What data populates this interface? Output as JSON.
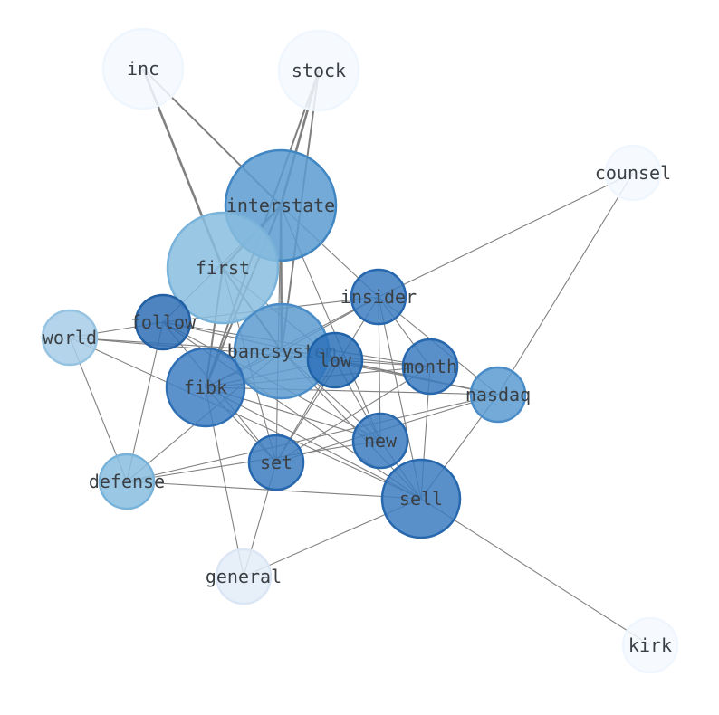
{
  "graph": {
    "nodes": [
      {
        "id": "inc",
        "label": "inc",
        "color": "#f5f9ff",
        "stroke": "#f0f6fd"
      },
      {
        "id": "stock",
        "label": "stock",
        "color": "#f5f9ff",
        "stroke": "#f0f6fd"
      },
      {
        "id": "counsel",
        "label": "counsel",
        "color": "#f5f9ff",
        "stroke": "#f0f6fd"
      },
      {
        "id": "interstate",
        "label": "interstate",
        "color": "#5a9bd0",
        "stroke": "#3f86c2"
      },
      {
        "id": "first",
        "label": "first",
        "color": "#88bddf",
        "stroke": "#7ab3da"
      },
      {
        "id": "insider",
        "label": "insider",
        "color": "#3d7cc0",
        "stroke": "#2667ad"
      },
      {
        "id": "follow",
        "label": "follow",
        "color": "#2f6fb5",
        "stroke": "#235fa3"
      },
      {
        "id": "world",
        "label": "world",
        "color": "#a6cde6",
        "stroke": "#96c3e1"
      },
      {
        "id": "bancsystem",
        "label": "bancsystem",
        "color": "#5d9bd0",
        "stroke": "#4a8cc8"
      },
      {
        "id": "low",
        "label": "low",
        "color": "#2e72b8",
        "stroke": "#1f62a8"
      },
      {
        "id": "month",
        "label": "month",
        "color": "#3d7cc0",
        "stroke": "#2667ad"
      },
      {
        "id": "nasdaq",
        "label": "nasdaq",
        "color": "#5a9bd0",
        "stroke": "#4a8cc8"
      },
      {
        "id": "fibk",
        "label": "fibk",
        "color": "#3f7fc2",
        "stroke": "#2f70b5"
      },
      {
        "id": "new",
        "label": "new",
        "color": "#3d7cc0",
        "stroke": "#2667ad"
      },
      {
        "id": "set",
        "label": "set",
        "color": "#3d7cc0",
        "stroke": "#2667ad"
      },
      {
        "id": "defense",
        "label": "defense",
        "color": "#88bddf",
        "stroke": "#7ab3da"
      },
      {
        "id": "sell",
        "label": "sell",
        "color": "#3d7cc0",
        "stroke": "#2667ad"
      },
      {
        "id": "general",
        "label": "general",
        "color": "#e3ecf8",
        "stroke": "#dbe6f5"
      },
      {
        "id": "kirk",
        "label": "kirk",
        "color": "#f5f9ff",
        "stroke": "#f0f6fd"
      }
    ],
    "edges": [
      {
        "source": "inc",
        "target": "interstate",
        "weight": 2
      },
      {
        "source": "inc",
        "target": "first",
        "weight": 3
      },
      {
        "source": "stock",
        "target": "interstate",
        "weight": 3
      },
      {
        "source": "stock",
        "target": "fibk",
        "weight": 2
      },
      {
        "source": "stock",
        "target": "bancsystem",
        "weight": 2
      },
      {
        "source": "counsel",
        "target": "insider",
        "weight": 1
      },
      {
        "source": "counsel",
        "target": "nasdaq",
        "weight": 1
      },
      {
        "source": "interstate",
        "target": "first",
        "weight": 3
      },
      {
        "source": "interstate",
        "target": "bancsystem",
        "weight": 3
      },
      {
        "source": "interstate",
        "target": "fibk",
        "weight": 2
      },
      {
        "source": "interstate",
        "target": "follow",
        "weight": 1
      },
      {
        "source": "interstate",
        "target": "insider",
        "weight": 1
      },
      {
        "source": "interstate",
        "target": "new",
        "weight": 1
      },
      {
        "source": "interstate",
        "target": "set",
        "weight": 1
      },
      {
        "source": "first",
        "target": "bancsystem",
        "weight": 2
      },
      {
        "source": "first",
        "target": "fibk",
        "weight": 2
      },
      {
        "source": "first",
        "target": "low",
        "weight": 1
      },
      {
        "source": "first",
        "target": "set",
        "weight": 1
      },
      {
        "source": "insider",
        "target": "follow",
        "weight": 1
      },
      {
        "source": "insider",
        "target": "bancsystem",
        "weight": 1
      },
      {
        "source": "insider",
        "target": "fibk",
        "weight": 1
      },
      {
        "source": "insider",
        "target": "month",
        "weight": 1
      },
      {
        "source": "insider",
        "target": "nasdaq",
        "weight": 1
      },
      {
        "source": "insider",
        "target": "new",
        "weight": 1
      },
      {
        "source": "insider",
        "target": "set",
        "weight": 1
      },
      {
        "source": "insider",
        "target": "sell",
        "weight": 1
      },
      {
        "source": "follow",
        "target": "world",
        "weight": 1
      },
      {
        "source": "follow",
        "target": "month",
        "weight": 1
      },
      {
        "source": "follow",
        "target": "nasdaq",
        "weight": 1
      },
      {
        "source": "follow",
        "target": "sell",
        "weight": 1
      },
      {
        "source": "follow",
        "target": "defense",
        "weight": 1
      },
      {
        "source": "follow",
        "target": "new",
        "weight": 1
      },
      {
        "source": "follow",
        "target": "set",
        "weight": 1
      },
      {
        "source": "world",
        "target": "low",
        "weight": 1
      },
      {
        "source": "world",
        "target": "bancsystem",
        "weight": 1
      },
      {
        "source": "world",
        "target": "sell",
        "weight": 1
      },
      {
        "source": "world",
        "target": "defense",
        "weight": 1
      },
      {
        "source": "bancsystem",
        "target": "fibk",
        "weight": 1
      },
      {
        "source": "bancsystem",
        "target": "month",
        "weight": 1
      },
      {
        "source": "bancsystem",
        "target": "nasdaq",
        "weight": 1
      },
      {
        "source": "bancsystem",
        "target": "defense",
        "weight": 1
      },
      {
        "source": "bancsystem",
        "target": "sell",
        "weight": 1
      },
      {
        "source": "bancsystem",
        "target": "new",
        "weight": 1
      },
      {
        "source": "low",
        "target": "month",
        "weight": 1
      },
      {
        "source": "low",
        "target": "nasdaq",
        "weight": 1
      },
      {
        "source": "low",
        "target": "set",
        "weight": 1
      },
      {
        "source": "low",
        "target": "fibk",
        "weight": 1
      },
      {
        "source": "low",
        "target": "new",
        "weight": 1
      },
      {
        "source": "month",
        "target": "fibk",
        "weight": 1
      },
      {
        "source": "month",
        "target": "set",
        "weight": 1
      },
      {
        "source": "month",
        "target": "sell",
        "weight": 1
      },
      {
        "source": "nasdaq",
        "target": "defense",
        "weight": 1
      },
      {
        "source": "nasdaq",
        "target": "set",
        "weight": 1
      },
      {
        "source": "nasdaq",
        "target": "sell",
        "weight": 1
      },
      {
        "source": "nasdaq",
        "target": "fibk",
        "weight": 1
      },
      {
        "source": "fibk",
        "target": "new",
        "weight": 1
      },
      {
        "source": "fibk",
        "target": "set",
        "weight": 1
      },
      {
        "source": "fibk",
        "target": "general",
        "weight": 1
      },
      {
        "source": "fibk",
        "target": "sell",
        "weight": 1
      },
      {
        "source": "new",
        "target": "sell",
        "weight": 1
      },
      {
        "source": "new",
        "target": "defense",
        "weight": 1
      },
      {
        "source": "set",
        "target": "general",
        "weight": 1
      },
      {
        "source": "defense",
        "target": "sell",
        "weight": 1
      },
      {
        "source": "sell",
        "target": "general",
        "weight": 1
      },
      {
        "source": "sell",
        "target": "kirk",
        "weight": 1
      }
    ]
  }
}
